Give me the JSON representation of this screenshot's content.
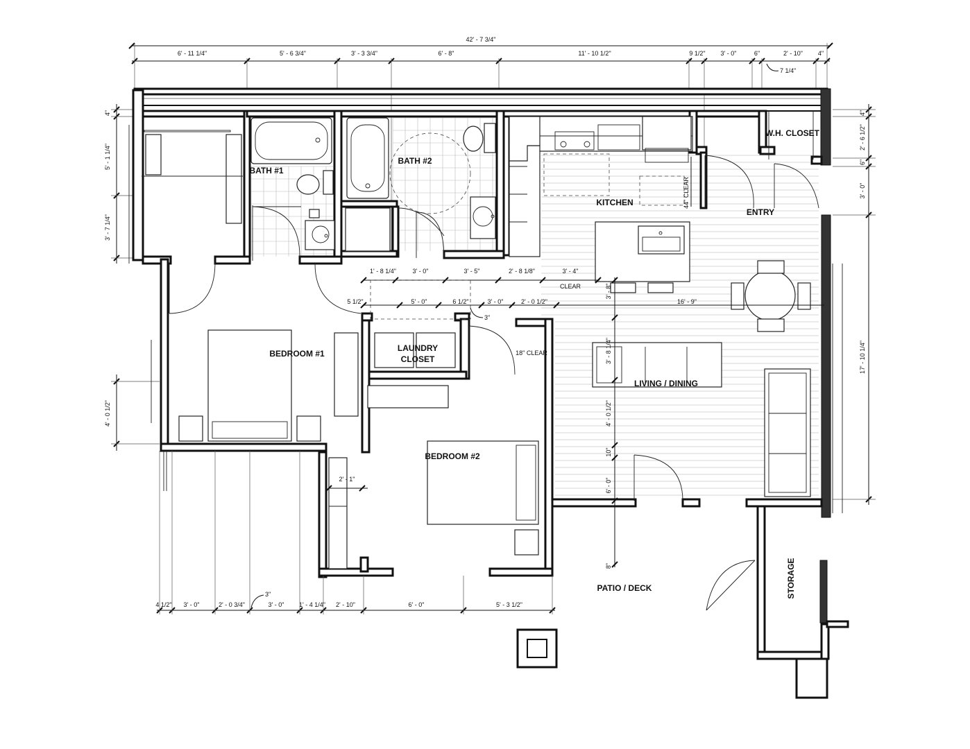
{
  "rooms": {
    "bath1": "BATH #1",
    "bath2": "BATH #2",
    "kitchen": "KITCHEN",
    "entry": "ENTRY",
    "wh_closet": "W.H. CLOSET",
    "bedroom1": "BEDROOM #1",
    "laundry_line1": "LAUNDRY",
    "laundry_line2": "CLOSET",
    "living": "LIVING / DINING",
    "bedroom2": "BEDROOM #2",
    "patio": "PATIO / DECK",
    "storage": "STORAGE"
  },
  "notes": {
    "clear": "CLEAR",
    "clear_44": "44\" CLEAR",
    "clear_18": "18\" CLEAR"
  },
  "dims": {
    "overall_top": "42' - 7 3/4\"",
    "top_row": [
      "6' - 11 1/4\"",
      "5' - 6 3/4\"",
      "3' - 3 3/4\"",
      "6' - 8\"",
      "11' - 10 1/2\"",
      "9 1/2\"",
      "3' - 0\"",
      "6\"",
      "2' - 10\"",
      "4\""
    ],
    "top_7_1_4": "7 1/4\"",
    "left_col": [
      "4\"",
      "5' - 1 1/4\"",
      "3' - 7 1/4\"",
      "4' - 0 1/2\""
    ],
    "right_col": [
      "4\"",
      "2' - 6 1/2\"",
      "6\"",
      "3' - 0\"",
      "17' - 10 1/4\""
    ],
    "mid_row1": [
      "1' - 8 1/4\"",
      "3' - 0\"",
      "3' - 5\"",
      "2' - 8 1/8\"",
      "3' - 4\""
    ],
    "mid_row2": [
      "5 1/2\"",
      "5' - 0\"",
      "6 1/2\"",
      "3' - 0\"",
      "2' - 0 1/2\"",
      "16' - 9\""
    ],
    "small_3": "3\"",
    "living_v": [
      "3' - 8\"",
      "3' - 8 1/4\"",
      "4' - 0 1/2\"",
      "10\"",
      "6' - 0\"",
      "8\""
    ],
    "closet_2_1": "2' - 1\"",
    "bottom_row": [
      "4 1/2\"",
      "3' - 0\"",
      "2' - 0 3/4\"",
      "3' - 0\"",
      "1' - 4 1/4\"",
      "2' - 10\"",
      "6' - 0\"",
      "5' - 3 1/2\""
    ],
    "bottom_3": "3\""
  }
}
